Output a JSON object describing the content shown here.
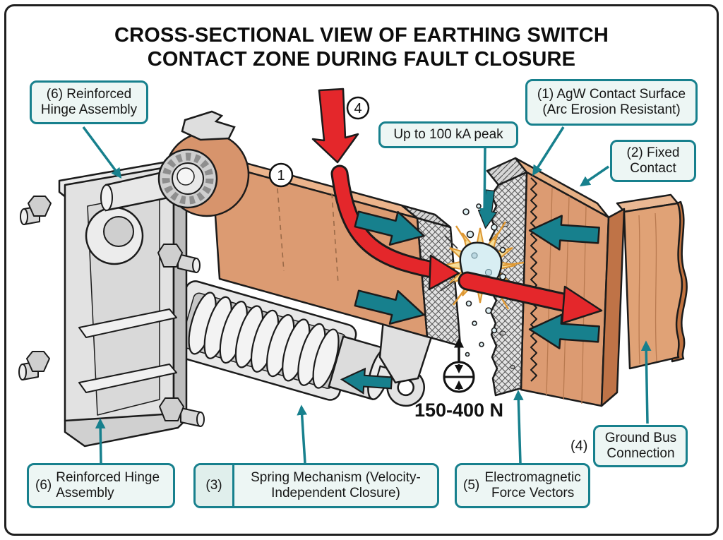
{
  "title": {
    "line1": "CROSS-SECTIONAL VIEW OF EARTHING SWITCH",
    "line2": "CONTACT ZONE DURING FAULT CLOSURE"
  },
  "callouts": {
    "hinge_top": "(6) Reinforced Hinge Assembly",
    "agw_surface": "(1) AgW Contact Surface (Arc Erosion Resistant)",
    "fixed_contact": "(2) Fixed Contact",
    "current_peak": "Up to 100 kA peak",
    "ground_bus": {
      "number": "(4)",
      "text": "Ground Bus Connection"
    },
    "hinge_bottom": {
      "number": "(6)",
      "text": "Reinforced Hinge Assembly"
    },
    "spring": {
      "number": "(3)",
      "text": "Spring Mechanism (Velocity-Independent Closure)"
    },
    "emf": {
      "number": "(5)",
      "text": "Electromagnetic Force Vectors"
    }
  },
  "markers": {
    "current_path": "4",
    "moving_contact": "1"
  },
  "readouts": {
    "contact_force": "150-400 N"
  },
  "colors": {
    "accent_teal": "#17808d",
    "arrow_red": "#e4272b",
    "copper_face": "#dc9b72",
    "copper_top": "#ecb48c",
    "copper_dark": "#bf7347",
    "metal_gray": "#e2e2e2",
    "callout_fill": "#edf6f4",
    "callout_border": "#17808d",
    "arc_blue": "#d8eef3",
    "arc_glow": "#f7df9a",
    "outline": "#1b1b1b"
  }
}
